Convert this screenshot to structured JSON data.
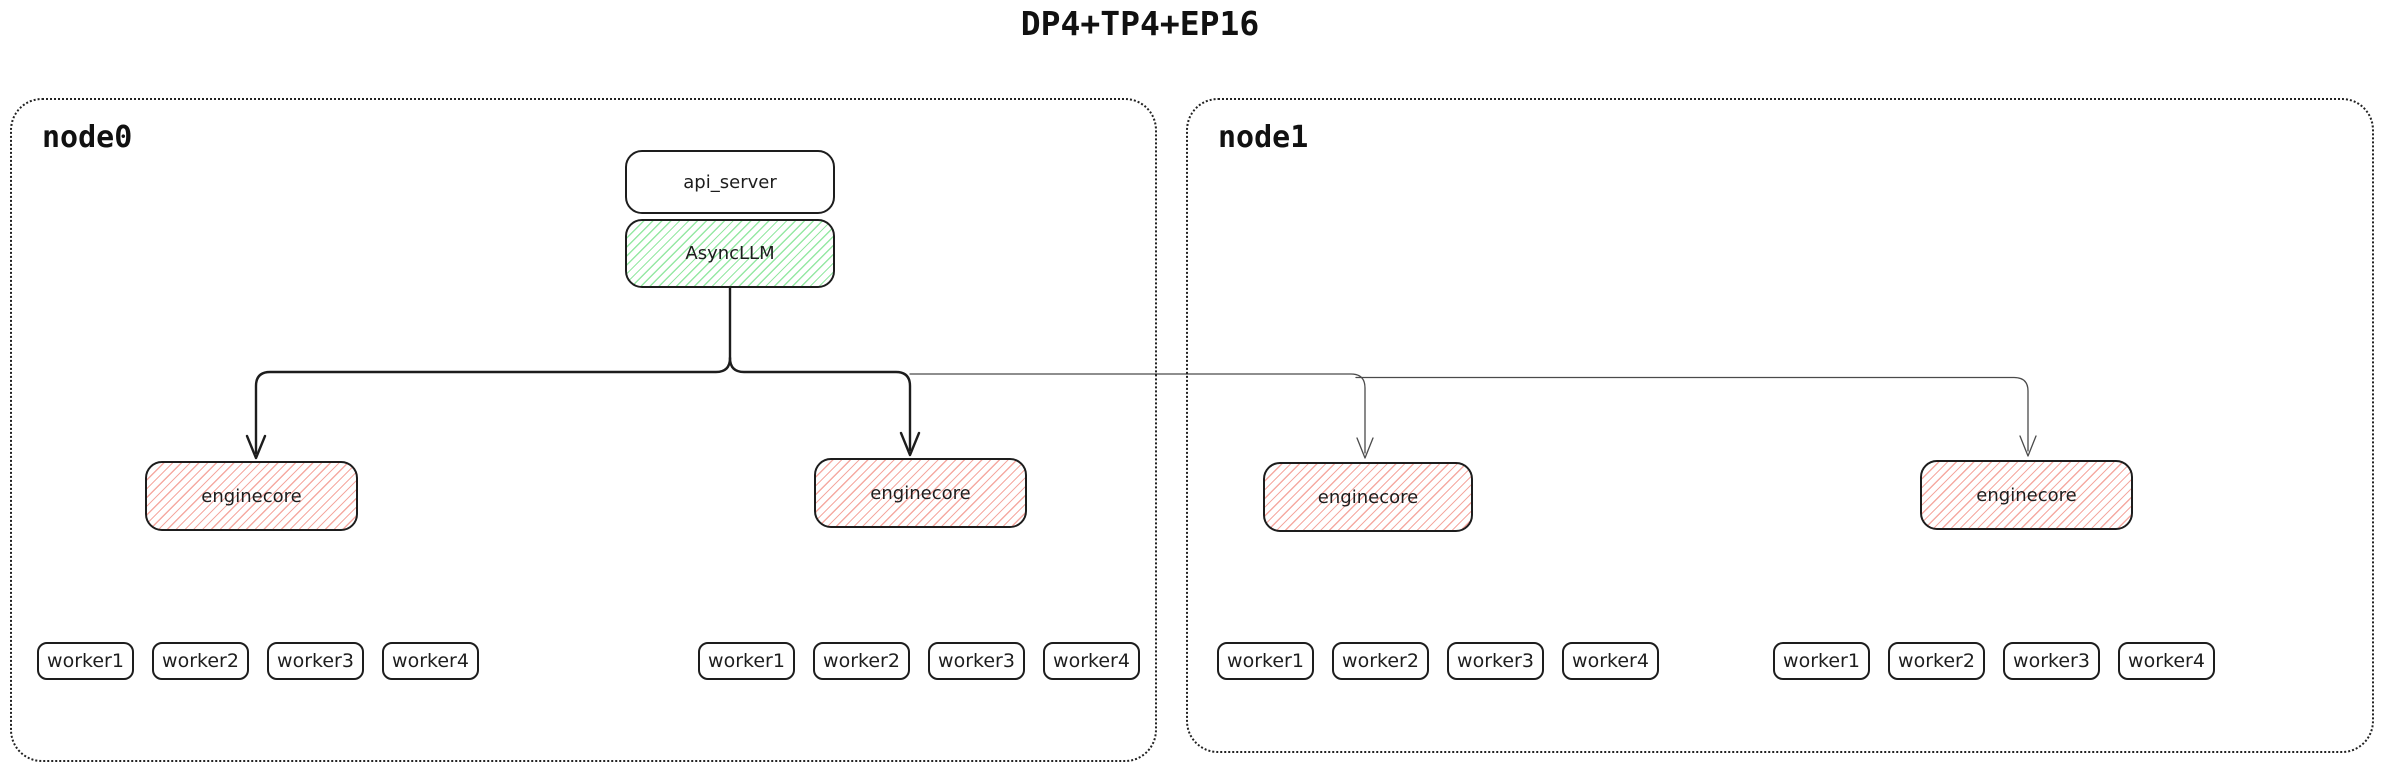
{
  "title": "DP4+TP4+EP16",
  "colors": {
    "box_border": "#1d1d1d",
    "green_hatch": "#96e8a4",
    "red_hatch": "#f5aaa2",
    "thin_connector": "#4a4a4a"
  },
  "node0": {
    "label": "node0",
    "api_server_label": "api_server",
    "async_llm_label": "AsyncLLM",
    "enginecores": [
      {
        "label": "enginecore",
        "workers": [
          "worker1",
          "worker2",
          "worker3",
          "worker4"
        ]
      },
      {
        "label": "enginecore",
        "workers": [
          "worker1",
          "worker2",
          "worker3",
          "worker4"
        ]
      }
    ]
  },
  "node1": {
    "label": "node1",
    "enginecores": [
      {
        "label": "enginecore",
        "workers": [
          "worker1",
          "worker2",
          "worker3",
          "worker4"
        ]
      },
      {
        "label": "enginecore",
        "workers": [
          "worker1",
          "worker2",
          "worker3",
          "worker4"
        ]
      }
    ]
  }
}
